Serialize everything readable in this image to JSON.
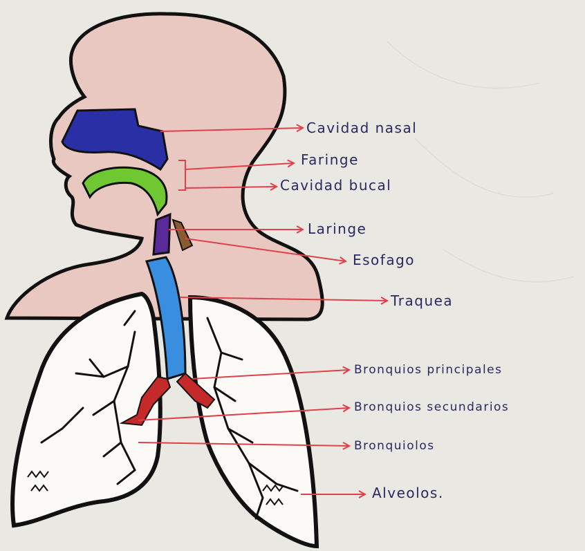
{
  "labels": {
    "cavidad_nasal": "Cavidad nasal",
    "faringe": "Faringe",
    "cavidad_bucal": "Cavidad bucal",
    "laringe": "Laringe",
    "esofago": "Esofago",
    "traquea": "Traquea",
    "bronquios_principales": "Bronquios principales",
    "bronquios_secundarios": "Bronquios secundarios",
    "bronquiolos": "Bronquiolos",
    "alveolos": "Alveolos."
  },
  "colors": {
    "paper": "#e9e8e2",
    "outline": "#111111",
    "skin_fill": "#e8c8c0",
    "nasal": "#2b2fa6",
    "mouth": "#6fc832",
    "larynx": "#5a2a9a",
    "esophagus": "#8a5a30",
    "trachea": "#3a8ee0",
    "bronchi": "#c42a2a",
    "arrows": "#e0404a",
    "label_ink": "#2a2860"
  }
}
